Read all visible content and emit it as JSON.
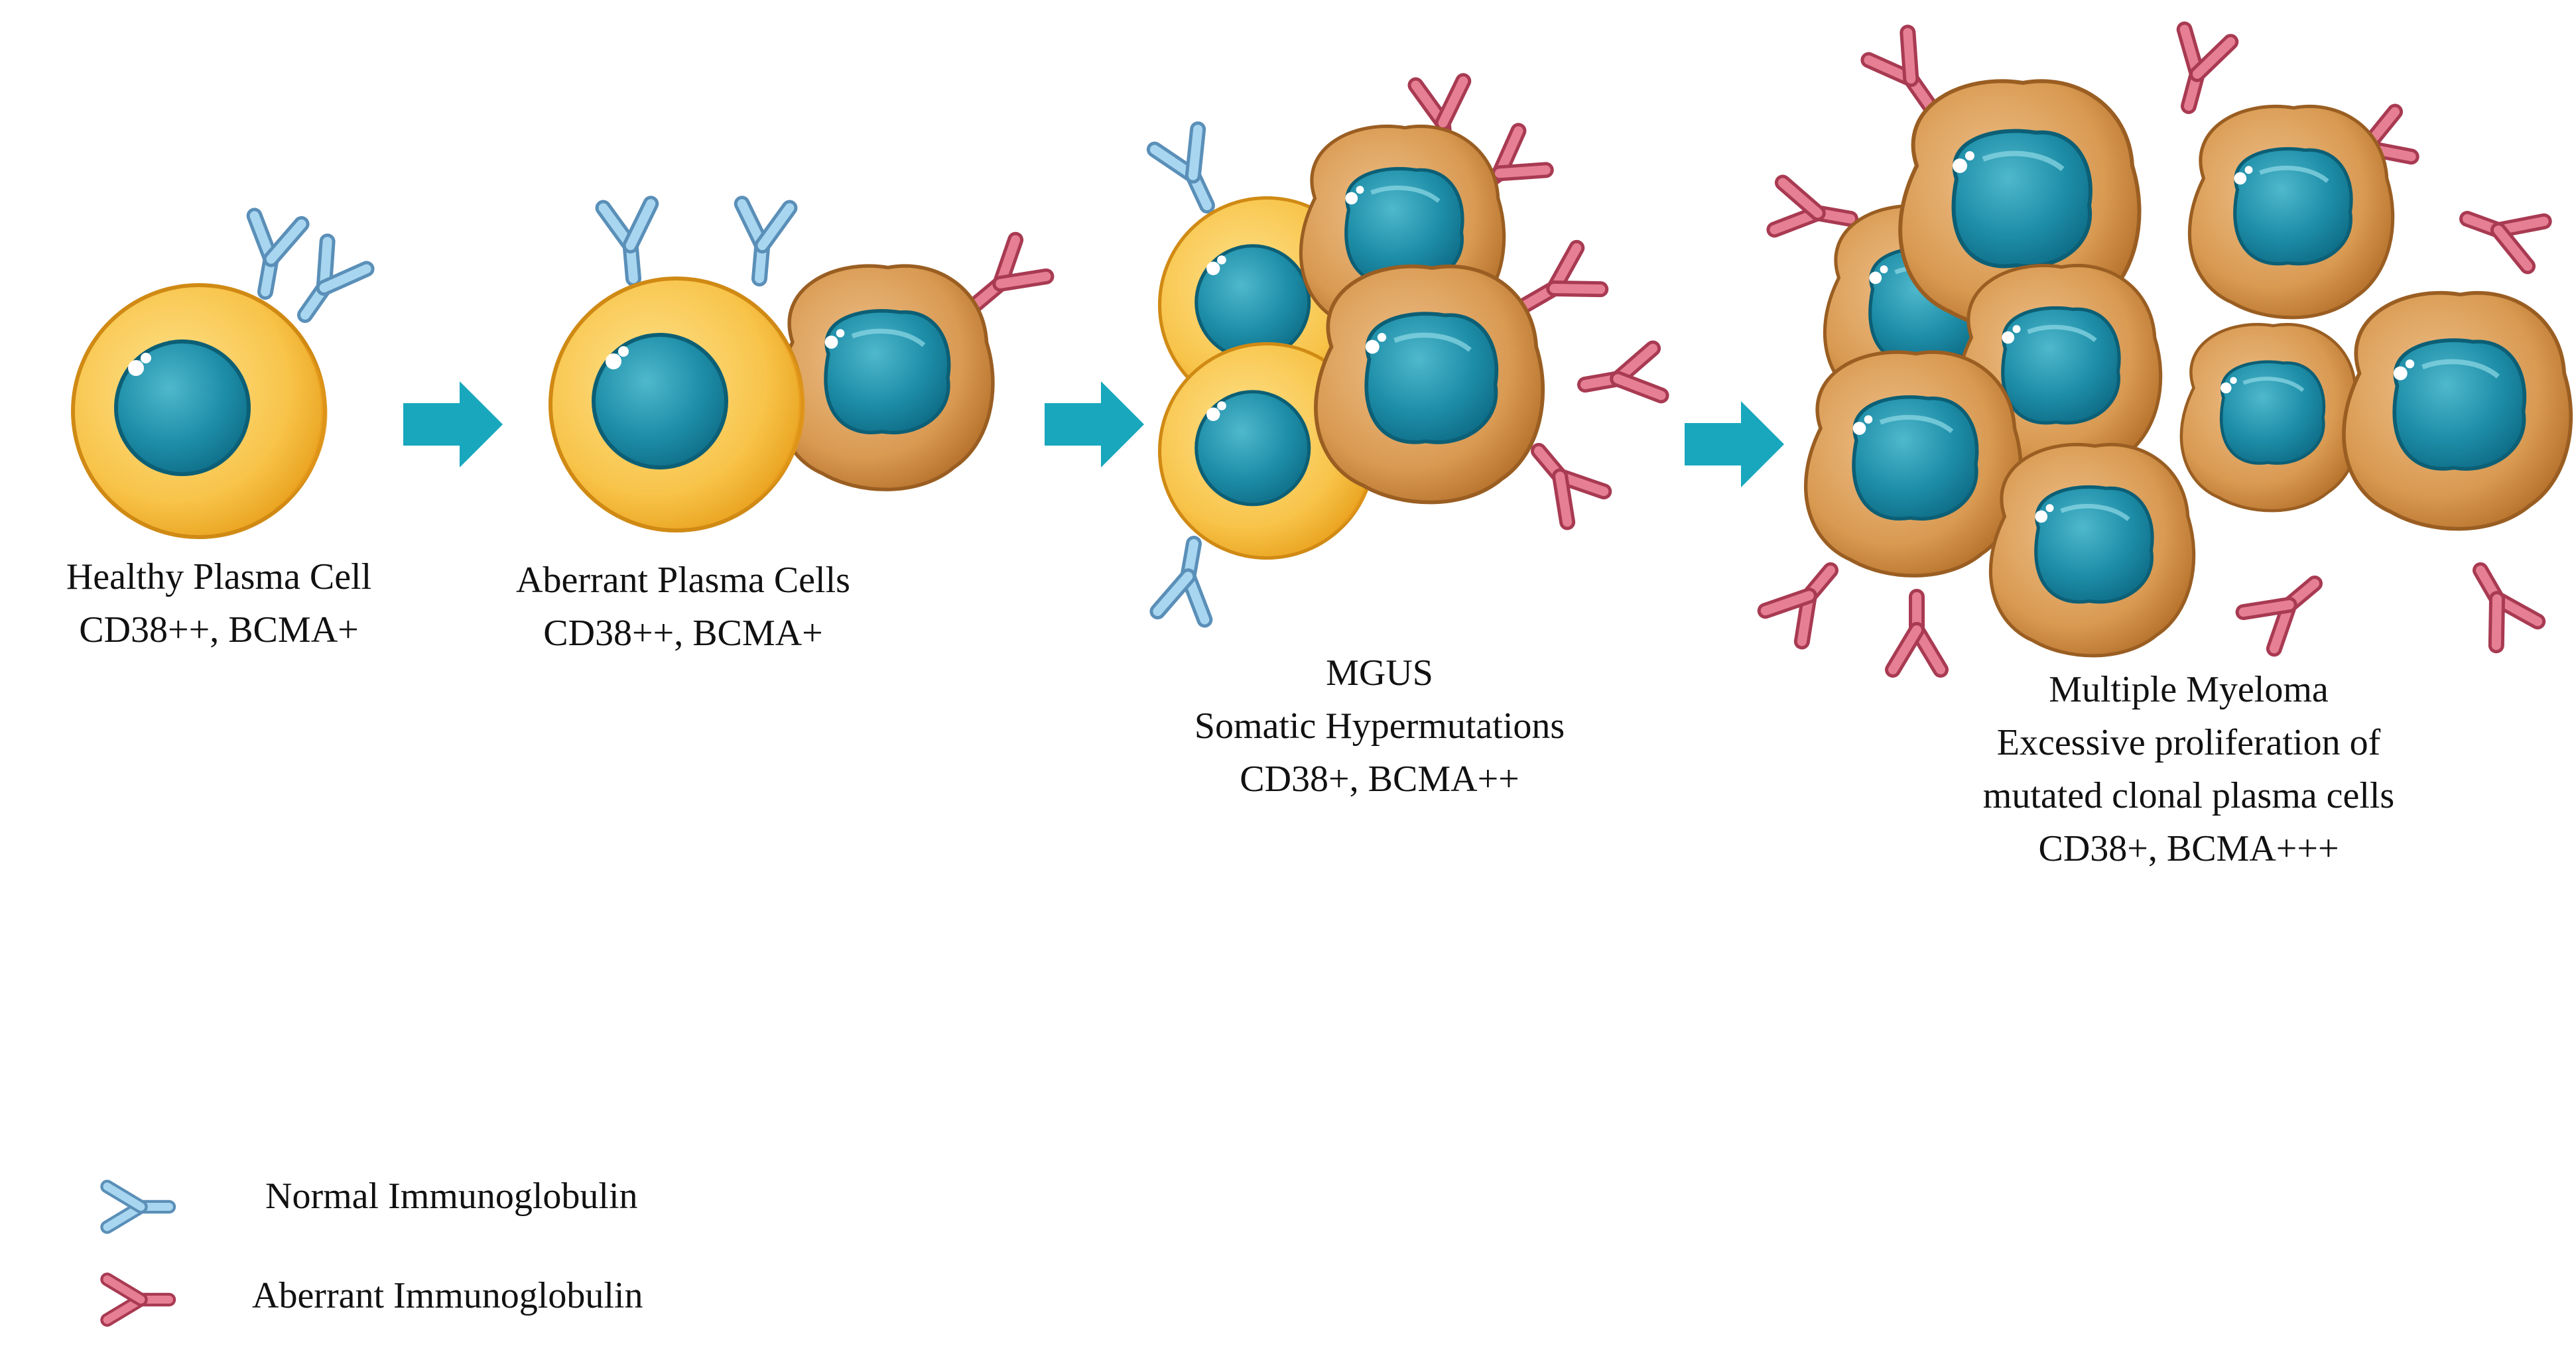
{
  "stages": [
    {
      "name": "Healthy Plasma Cell",
      "markers": "CD38++, BCMA+"
    },
    {
      "name": "Aberrant Plasma Cells",
      "markers": "CD38++, BCMA+"
    },
    {
      "name": "MGUS",
      "detail": "Somatic Hypermutations",
      "markers": "CD38+, BCMA++"
    },
    {
      "name": "Multiple Myeloma",
      "detail_line1": "Excessive proliferation of",
      "detail_line2": "mutated clonal plasma cells",
      "markers": "CD38+, BCMA+++"
    }
  ],
  "legend": {
    "normal": "Normal Immunoglobulin",
    "aberrant": "Aberrant Immunoglobulin"
  },
  "colors": {
    "normal_ig": "#8fc8ea",
    "aberrant_ig": "#e0677e",
    "arrow": "#18a7bd",
    "healthy_cell": "#f8c44a",
    "aberrant_cell": "#d99a52",
    "nucleus": "#1e8ea8"
  }
}
